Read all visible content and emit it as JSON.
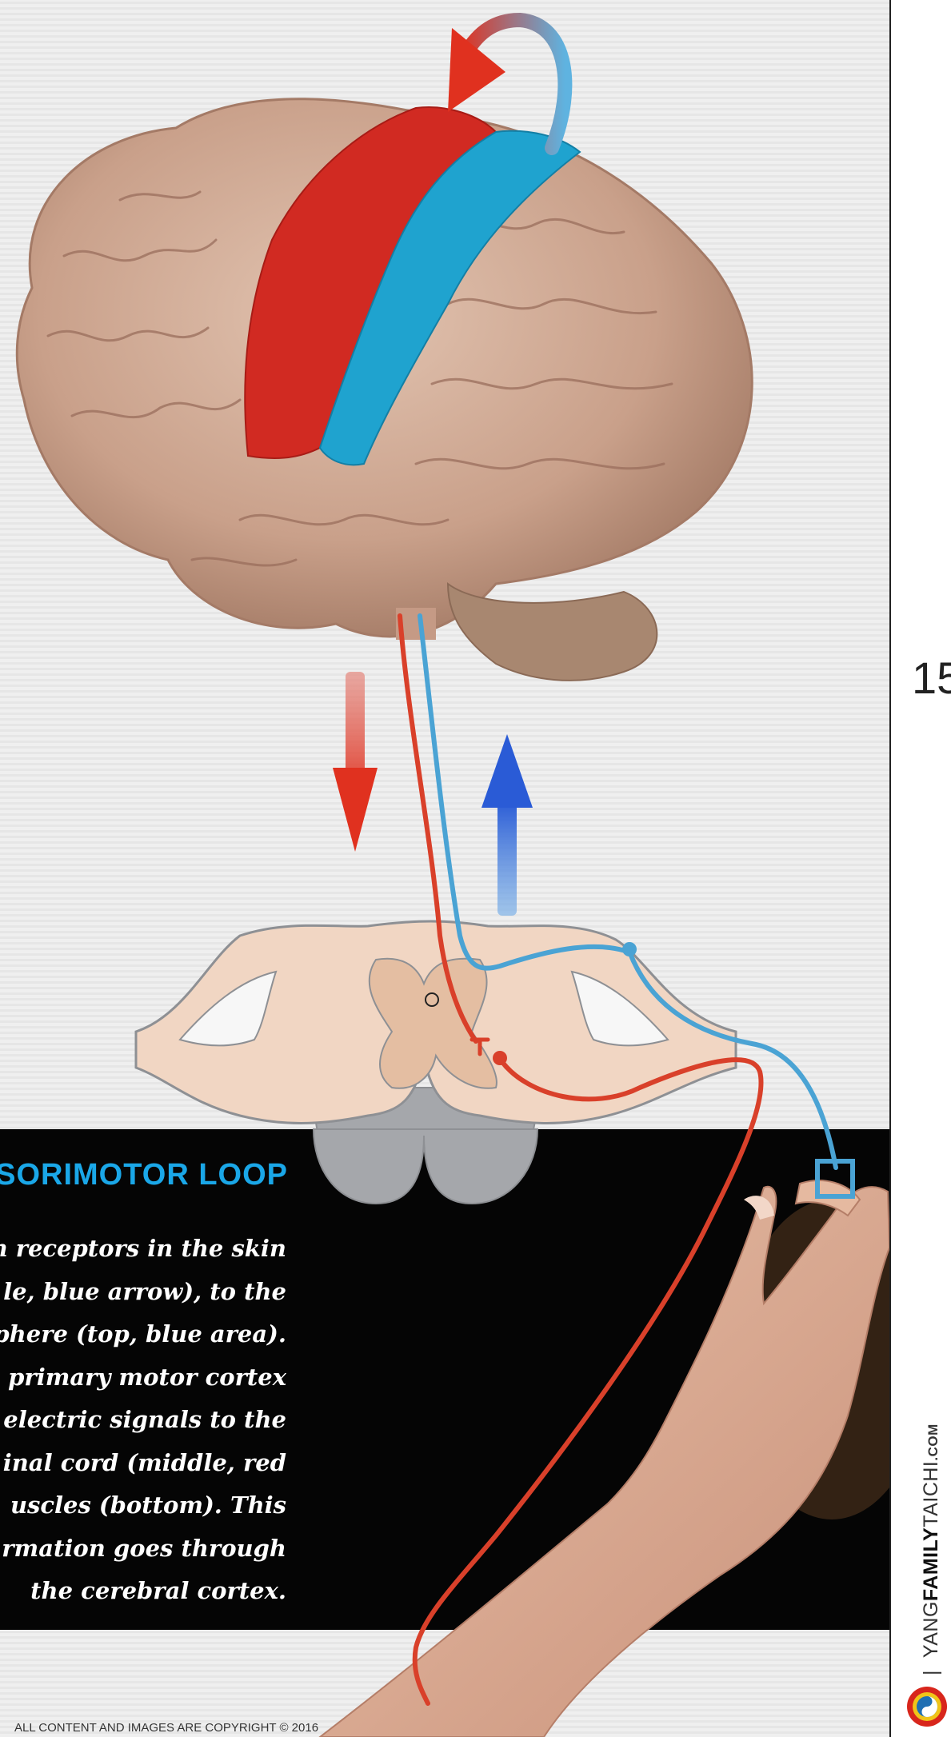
{
  "page": {
    "number": "15",
    "copyright": "ALL CONTENT AND IMAGES ARE COPYRIGHT © 2016"
  },
  "brand": {
    "separator": "|",
    "prefix": "YANG",
    "bold": "FAMILY",
    "suffix": "TAICHI",
    "tld": ".COM"
  },
  "caption": {
    "title": "SORIMOTOR LOOP",
    "lines": [
      "n receptors in the skin",
      "le, blue arrow), to the",
      "phere (top, blue area).",
      "primary motor cortex",
      "electric signals to the",
      "inal cord (middle, red",
      "uscles (bottom). This",
      "rmation goes through",
      "the cerebral cortex."
    ]
  },
  "colors": {
    "motor_red": "#d9402a",
    "sensory_blue": "#4aa3d4",
    "caption_title": "#1aa7e8",
    "band": "#050505"
  }
}
